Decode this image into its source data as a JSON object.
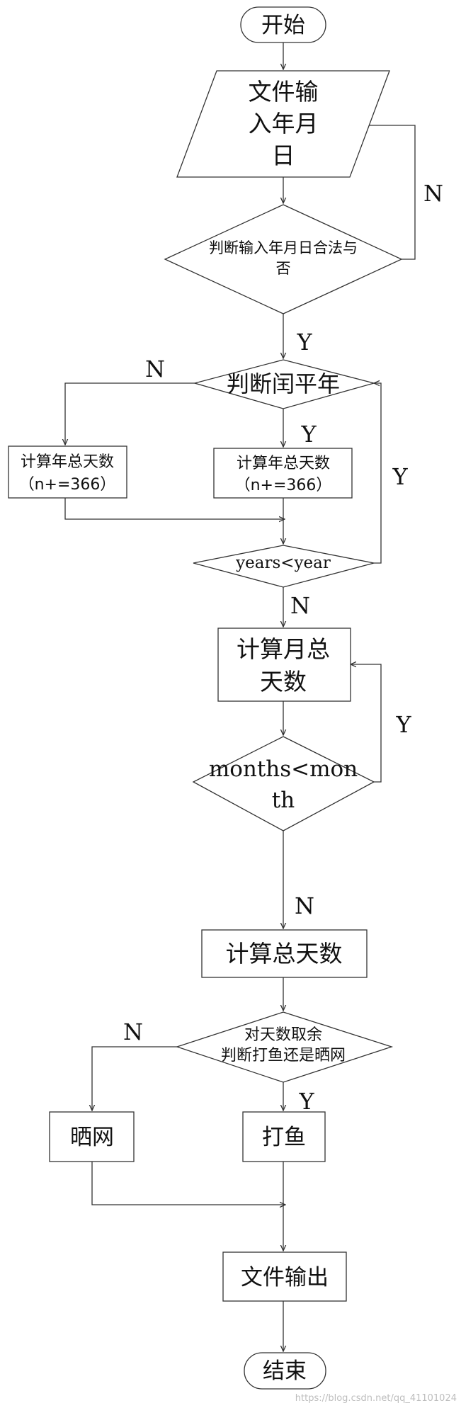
{
  "start": "开始",
  "input": [
    "文件输",
    "入年月",
    "日"
  ],
  "check_valid": [
    "判断输入年月日合法与",
    "否"
  ],
  "check_valid_n": "N",
  "check_valid_y": "Y",
  "leap": "判断闰平年",
  "leap_n": "N",
  "leap_y": "Y",
  "calc_left": [
    "计算年总天数",
    "（n+=366）"
  ],
  "calc_right": [
    "计算年总天数",
    "（n+=366）"
  ],
  "years_loop_y": "Y",
  "years_cond": "years<year",
  "years_n": "N",
  "month_calc": [
    "计算月总",
    "天数"
  ],
  "months_loop_y": "Y",
  "months_cond": [
    "months<mon",
    "th"
  ],
  "months_n": "N",
  "total": "计算总天数",
  "mod": [
    "对天数取余",
    "判断打鱼还是晒网"
  ],
  "mod_n": "N",
  "mod_y": "Y",
  "dry": "晒网",
  "fish": "打鱼",
  "output": "文件输出",
  "end": "结束",
  "watermark": "https://blog.csdn.net/qq_41101024"
}
